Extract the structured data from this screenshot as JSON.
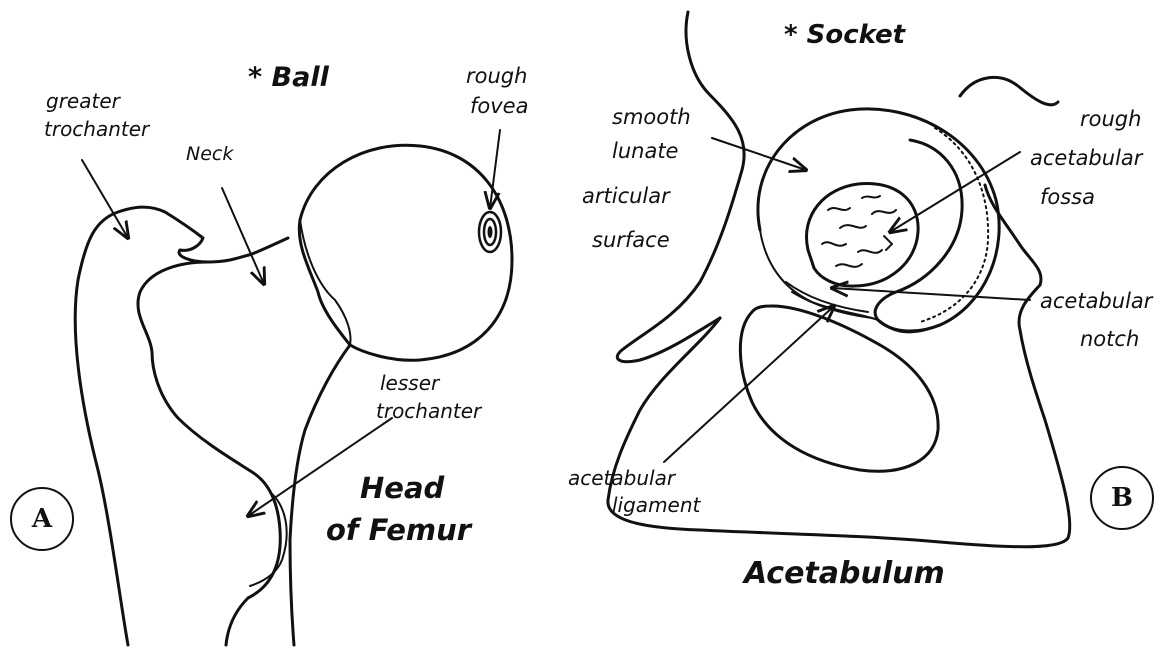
{
  "panel_a": {
    "heading": "* Ball",
    "title_line1": "Head",
    "title_line2": "of Femur",
    "labels": {
      "greater_trochanter_1": "greater",
      "greater_trochanter_2": "trochanter",
      "neck": "Neck",
      "rough_fovea_1": "rough",
      "rough_fovea_2": "fovea",
      "lesser_trochanter_1": "lesser",
      "lesser_trochanter_2": "trochanter"
    },
    "badge": "A"
  },
  "panel_b": {
    "heading": "* Socket",
    "title": "Acetabulum",
    "labels": {
      "smooth": "smooth",
      "lunate": "lunate",
      "articular": "articular",
      "surface": "surface",
      "rough": "rough",
      "acetabular": "acetabular",
      "fossa": "fossa",
      "notch_1": "acetabular",
      "notch_2": "notch",
      "ligament_1": "acetabular",
      "ligament_2": "ligament"
    },
    "badge": "B"
  }
}
